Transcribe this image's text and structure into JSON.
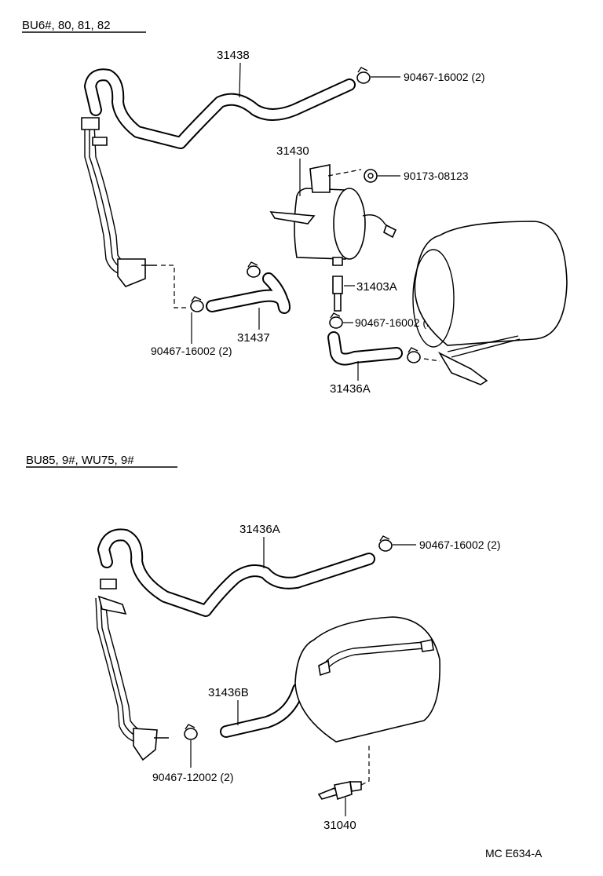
{
  "sections": [
    {
      "heading": "BU6#, 80, 81, 82",
      "labels": {
        "hose_31438": "31438",
        "clamp_top": "90467-16002 (2)",
        "filter_31430": "31430",
        "nut": "90173-08123",
        "fitting_31403a": "31403A",
        "clamp_mid": "90467-16002 (2)",
        "hose_31437": "31437",
        "clamp_left": "90467-16002 (2)",
        "hose_31436a": "31436A"
      }
    },
    {
      "heading": "BU85, 9#, WU75, 9#",
      "labels": {
        "hose_31436a": "31436A",
        "clamp_top": "90467-16002 (2)",
        "hose_31436b": "31436B",
        "clamp_left": "90467-12002 (2)",
        "drain_31040": "31040"
      }
    }
  ],
  "footer": {
    "code": "MC E634-A"
  }
}
